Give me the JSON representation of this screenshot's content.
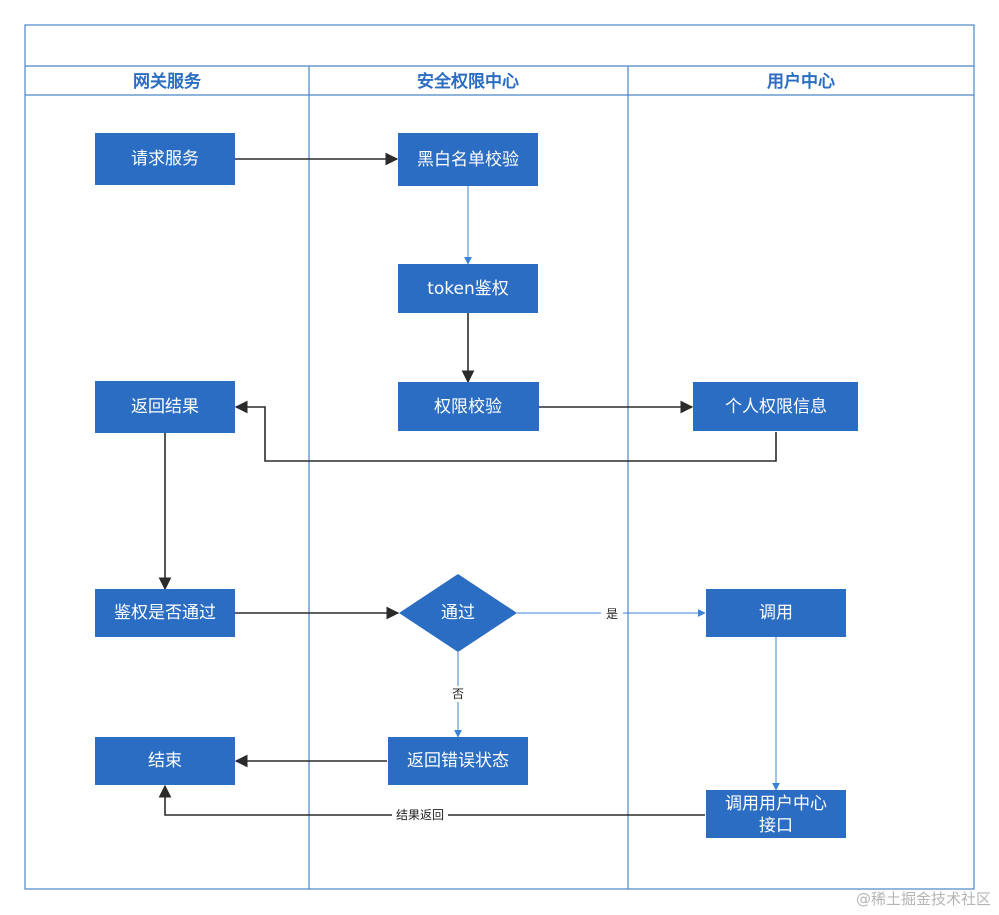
{
  "lanes": {
    "gateway": "网关服务",
    "security": "安全权限中心",
    "user": "用户中心"
  },
  "nodes": {
    "request_service": "请求服务",
    "blacklist_check": "黑白名单校验",
    "token_auth": "token鉴权",
    "permission_check": "权限校验",
    "personal_permission_info": "个人权限信息",
    "return_result": "返回结果",
    "auth_passed_check": "鉴权是否通过",
    "passed_decision": "通过",
    "invoke": "调用",
    "end": "结束",
    "return_error_status": "返回错误状态",
    "invoke_user_center_api_line1": "调用用户中心",
    "invoke_user_center_api_line2": "接口"
  },
  "edge_labels": {
    "yes": "是",
    "no": "否",
    "result_return": "结果返回"
  },
  "watermark": "@稀土掘金技术社区",
  "colors": {
    "node_fill": "#2a6dc2",
    "border": "#4a86c8",
    "dark_edge": "#2b2b2b",
    "light_edge": "#3c82d6",
    "lane_title": "#2a6dc2"
  }
}
